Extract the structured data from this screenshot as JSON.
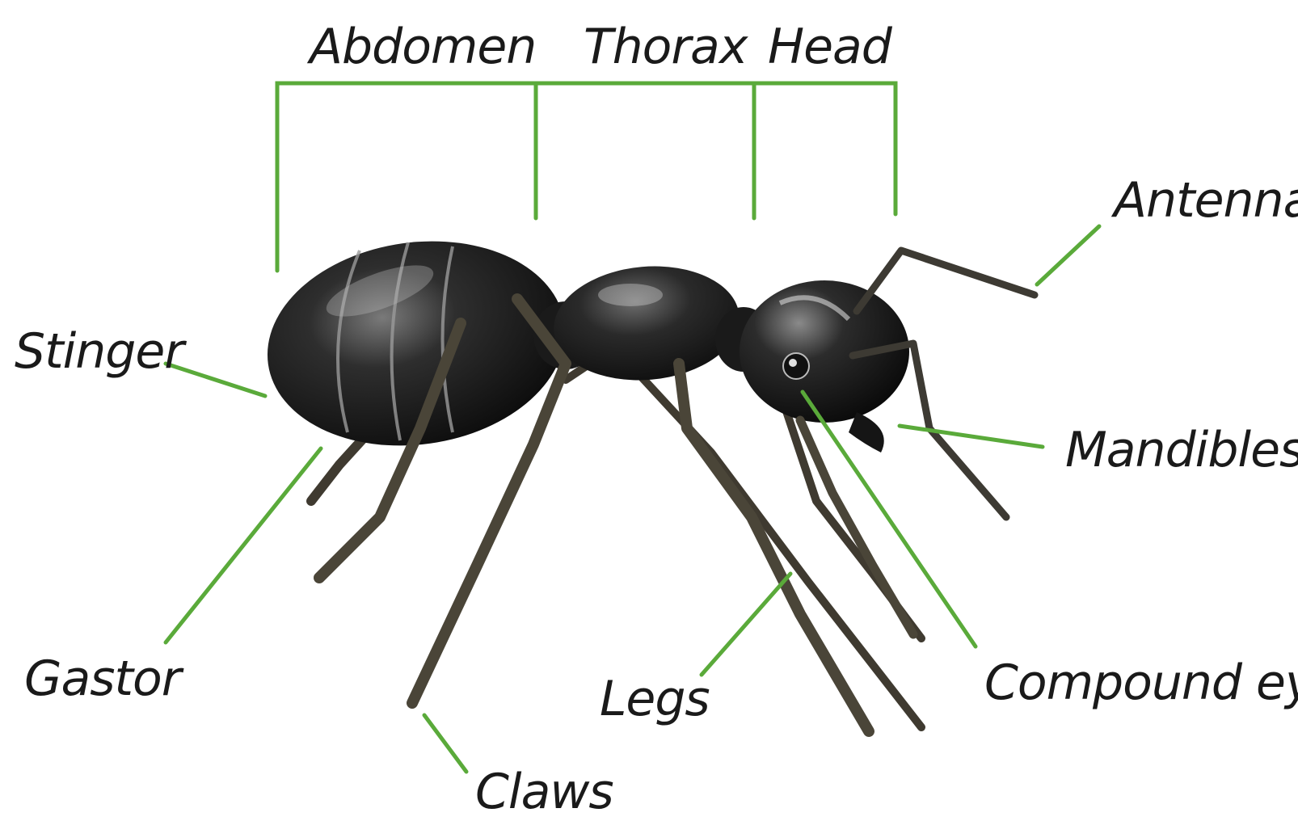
{
  "labels": {
    "abdomen": "Abdomen",
    "thorax": "Thorax",
    "head": "Head",
    "antenna": "Antenna",
    "stinger": "Stinger",
    "mandibles": "Mandibles",
    "gastor": "Gastor",
    "legs": "Legs",
    "compound_eyes": "Compound eyes",
    "claws": "Claws"
  },
  "colors": {
    "leader_line": "#5aaa3a",
    "ant_body": "#1e1e1e",
    "ant_leg": "#4a4538",
    "background": "#ffffff"
  }
}
